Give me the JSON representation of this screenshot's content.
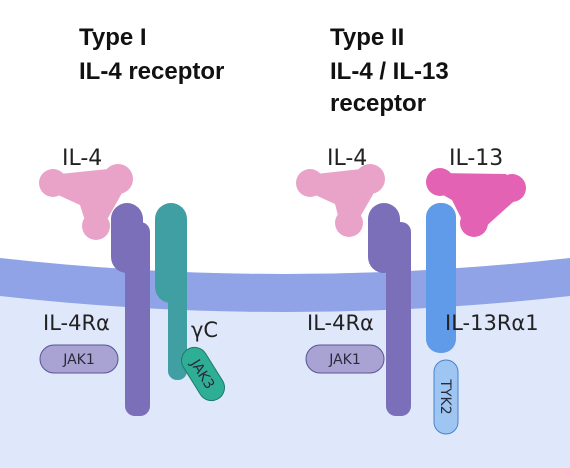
{
  "type1": {
    "title_line1": "Type I",
    "title_line2": "IL-4 receptor",
    "ligand": "IL-4",
    "receptor_alpha": "IL-4Rα",
    "receptor_gamma": "γC",
    "kinase_alpha": "JAK1",
    "kinase_gamma": "JAK3"
  },
  "type2": {
    "title_line1": "Type II",
    "title_line2": "IL-4 / IL-13",
    "title_line3": "receptor",
    "ligand_a": "IL-4",
    "ligand_b": "IL-13",
    "receptor_alpha": "IL-4Rα",
    "receptor_13": "IL-13Rα1",
    "kinase_alpha": "JAK1",
    "kinase_13": "TYK2"
  },
  "colors": {
    "membrane": "#a9b8ee",
    "membrane_band": "#8fa3e6",
    "il4": "#e9a3c9",
    "il13": "#e462b4",
    "il4ra": "#7b6fb9",
    "gammac": "#3f9fa3",
    "jak1": "#a9a3d3",
    "jak3": "#2fae96",
    "il13ra1": "#5f9be9",
    "tyk2": "#9fc6f2"
  }
}
